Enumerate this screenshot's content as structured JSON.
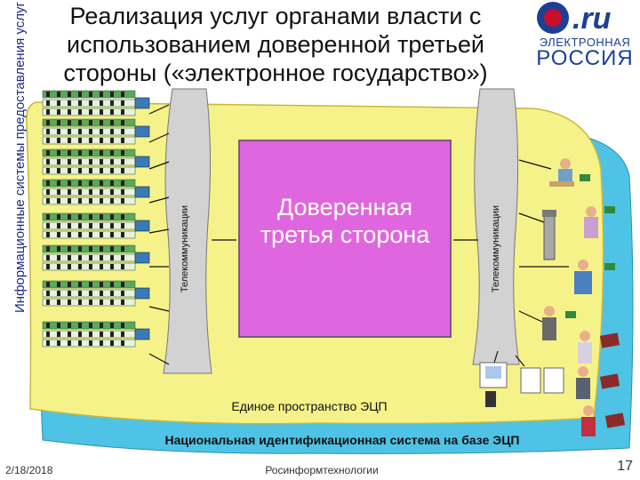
{
  "title": "Реализация услуг органами власти с использованием доверенной третьей стороны («электронное государство»)",
  "logo": {
    "mark": ".ru",
    "line1": "ЭЛЕКТРОННАЯ",
    "line2": "РОССИЯ"
  },
  "side_label": "Информационные системы предоставления услуг",
  "telecom_left": "Телекоммуникации",
  "telecom_right": "Телекоммуникации",
  "center": "Доверенная третья сторона",
  "ecp_space": "Единое пространство ЭЦП",
  "national_system": "Национальная идентификационная система на базе ЭЦП",
  "footer": {
    "date": "2/18/2018",
    "org": "Росинформтехнологии",
    "page": "17"
  },
  "colors": {
    "outer_blob": "#4fc3e6",
    "inner_blob": "#f6f28a",
    "tube": "#cfcfcf",
    "center_box": "#e066e0",
    "title_accent": "#1d3f94"
  },
  "icons": [
    "computer-row-icon",
    "person-icon",
    "document-icon",
    "passport-icon",
    "terminal-icon",
    "smart-card-icon"
  ]
}
